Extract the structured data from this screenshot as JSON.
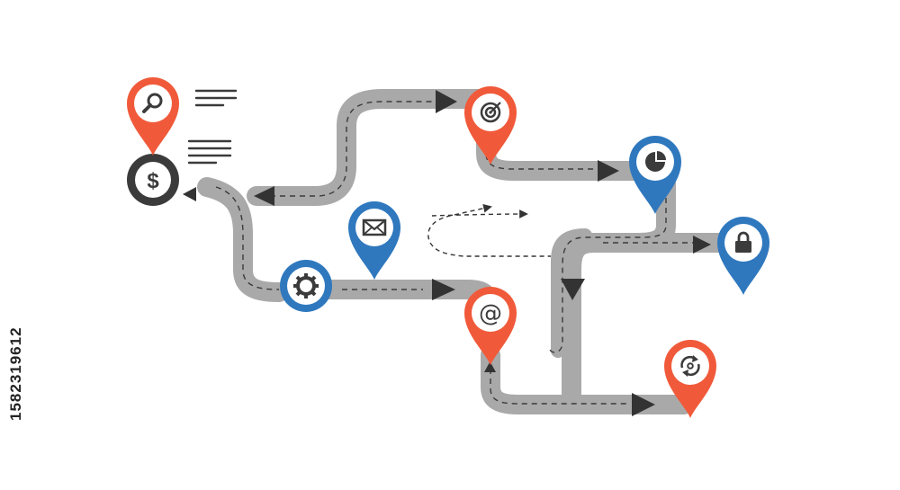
{
  "colors": {
    "road": "#a9a9a9",
    "road_dash": "#3a3a3a",
    "arrow": "#333333",
    "pin_orange": "#f05a3a",
    "pin_blue": "#2f78be",
    "circle_dark": "#3b3b3b",
    "text_lines": "#3a3a3a"
  },
  "pins": [
    {
      "icon": "magnifier-icon",
      "color": "orange"
    },
    {
      "icon": "target-icon",
      "color": "orange"
    },
    {
      "icon": "pie-chart-icon",
      "color": "blue"
    },
    {
      "icon": "envelope-icon",
      "color": "blue"
    },
    {
      "icon": "padlock-icon",
      "color": "blue"
    },
    {
      "icon": "at-sign-icon",
      "color": "orange"
    },
    {
      "icon": "refresh-icon",
      "color": "orange"
    }
  ],
  "nodes": [
    {
      "icon": "dollar-icon",
      "symbol": "$"
    },
    {
      "icon": "gear-icon"
    }
  ],
  "at_symbol": "@",
  "side_id": "1582319612"
}
